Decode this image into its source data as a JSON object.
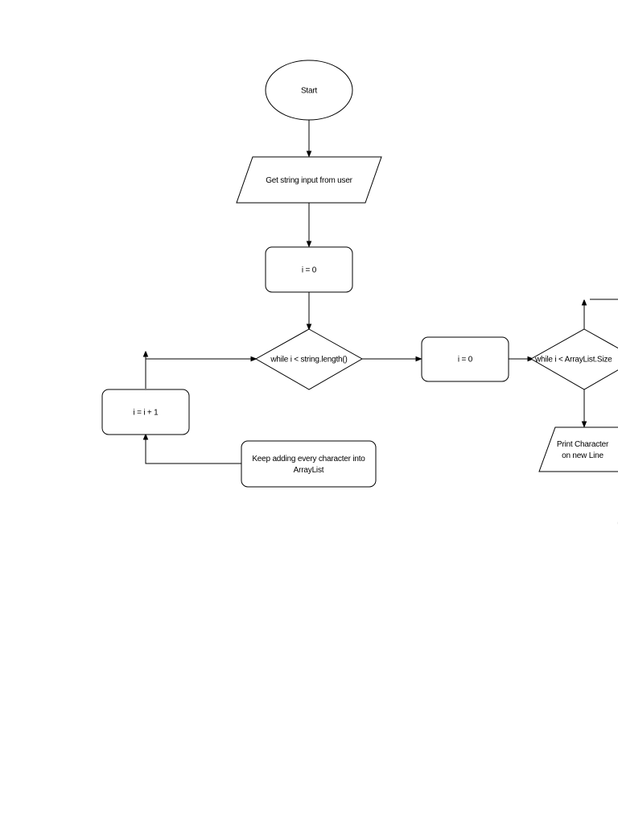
{
  "diagram": {
    "nodes": {
      "start": {
        "label": "Start"
      },
      "get_input": {
        "label": "Get string input from user"
      },
      "init_i_1": {
        "label": "i = 0"
      },
      "loop_1": {
        "label": "while i < string.length()"
      },
      "increment": {
        "label": "i = i + 1"
      },
      "add_chars": {
        "line1": "Keep adding every character into",
        "line2": "ArrayList"
      },
      "init_i_2": {
        "label": "i = 0"
      },
      "loop_2": {
        "label": "while i < ArrayList.Size"
      },
      "print_char": {
        "line1": "Print Character",
        "line2": "on new Line"
      }
    }
  }
}
